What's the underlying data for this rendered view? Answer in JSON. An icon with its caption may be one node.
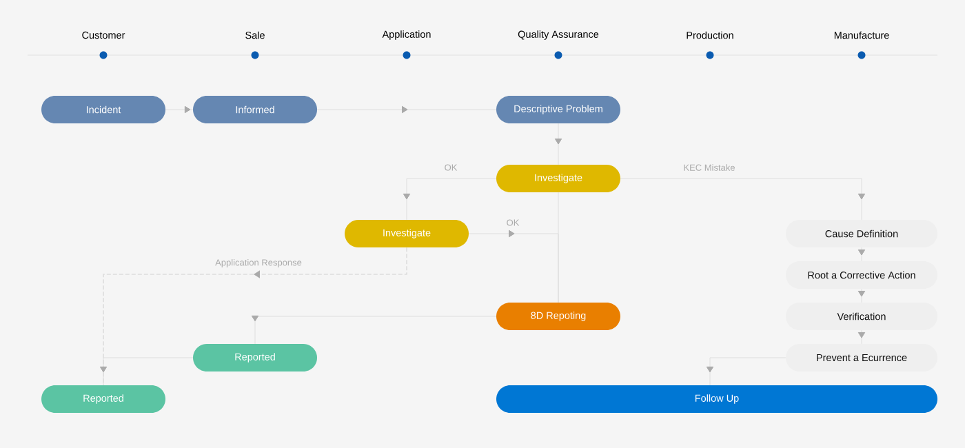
{
  "diagram": {
    "nodes": [
      {
        "text": [
          "Incident"
        ]
      },
      {
        "text": [
          "Informed"
        ]
      },
      {
        "text": [
          "Descriptive Problem"
        ]
      },
      {
        "text": [
          "Investigate"
        ]
      },
      {
        "text": [
          "Investigate"
        ]
      },
      {
        "text": [
          "8D Repoting"
        ]
      },
      {
        "text": [
          "Reported"
        ]
      },
      {
        "text": [
          "Reported"
        ]
      },
      {
        "text": [
          "Cause Definition"
        ]
      },
      {
        "text": [
          "Root a Corrective Action"
        ]
      },
      {
        "text": [
          "Verification"
        ]
      },
      {
        "text": [
          "Prevent a Ecurrence"
        ]
      },
      {
        "text": [
          "Follow Up"
        ]
      }
    ],
    "edges": [
      {
        "from": 0,
        "to": 1,
        "arrow": "to"
      },
      {
        "from": 1,
        "to": 2,
        "arrow": "to"
      },
      {
        "from": 2,
        "to": 3,
        "arrow": "to"
      },
      {
        "from": 3,
        "to": 4,
        "arrow": "to",
        "label": "OK"
      },
      {
        "from": 3,
        "to": 8,
        "arrow": "to",
        "label": "KEC Mistake"
      },
      {
        "from": 3,
        "to": 5,
        "arrow": "none"
      },
      {
        "from": 4,
        "to": 5,
        "arrow": "to",
        "label": "OK"
      },
      {
        "from": 4,
        "to": 7,
        "arrow": "to",
        "label": "Application Response",
        "style": "dashed"
      },
      {
        "from": 5,
        "to": 6,
        "arrow": "to"
      },
      {
        "from": 6,
        "to": 7,
        "arrow": "to"
      },
      {
        "from": 8,
        "to": 9,
        "arrow": "to"
      },
      {
        "from": 9,
        "to": 10,
        "arrow": "to"
      },
      {
        "from": 10,
        "to": 11,
        "arrow": "to"
      },
      {
        "from": 11,
        "to": 12,
        "arrow": "to"
      }
    ],
    "labels": [
      "Customer",
      "Sale",
      "Application",
      "Quality Assurance",
      "Production",
      "Manufacture"
    ]
  }
}
